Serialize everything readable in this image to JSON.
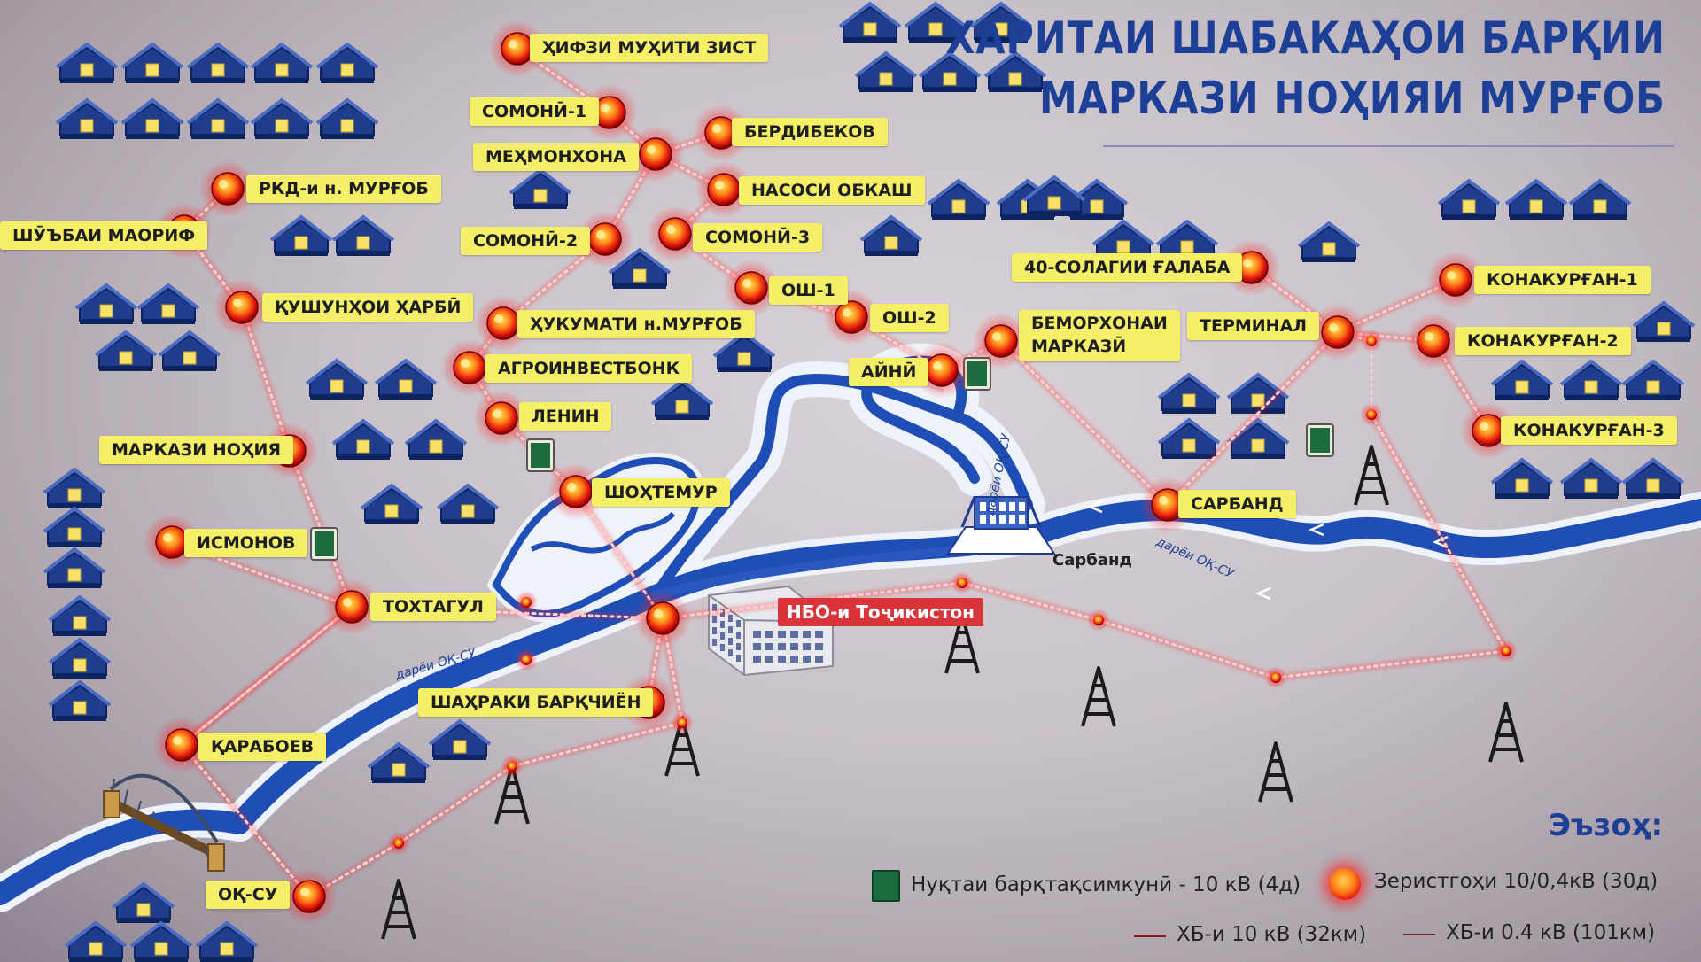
{
  "title": {
    "line1": "ХАРИТАИ ШАБАКАҲОИ БАРҚИИ",
    "line2": "МАРКАЗИ НОҲИЯИ МУРҒОБ"
  },
  "colors": {
    "river": "#1f4fb6",
    "river_edge": "#eef2fb",
    "line": "#ff3a3a",
    "glow": "#ff2020",
    "label_bg": "#f4ef66",
    "title": "#1d3f96",
    "substation": "#1e6b3f"
  },
  "stations": [
    {
      "id": "zist",
      "label": "ҲИФЗИ МУҲИТИ ЗИСТ"
    },
    {
      "id": "somoni1",
      "label": "СОМОНӢ-1"
    },
    {
      "id": "berdibekov",
      "label": "БЕРДИБЕКОВ"
    },
    {
      "id": "mehmonkhona",
      "label": "МЕҲМОНХОНА"
    },
    {
      "id": "rkd",
      "label": "РКД-и  н. МУРҒОБ"
    },
    {
      "id": "nasosi",
      "label": "НАСОСИ ОБКАШ"
    },
    {
      "id": "maorif",
      "label": "ШӮЪБАИ МАОРИФ"
    },
    {
      "id": "somoni2",
      "label": "СОМОНӢ-2"
    },
    {
      "id": "somoni3",
      "label": "СОМОНӢ-3"
    },
    {
      "id": "osh1",
      "label": "ОШ-1"
    },
    {
      "id": "harbi",
      "label": "ҚУШУНҲОИ ҲАРБӢ"
    },
    {
      "id": "hukumat",
      "label": "ҲУКУМАТИ н.МУРҒОБ"
    },
    {
      "id": "osh2",
      "label": "ОШ-2"
    },
    {
      "id": "agro",
      "label": "АГРОИНВЕСТБОНК"
    },
    {
      "id": "ayni",
      "label": "АЙНӢ"
    },
    {
      "id": "lenin",
      "label": "ЛЕНИН"
    },
    {
      "id": "markaz",
      "label": "МАРКАЗИ НОҲИЯ"
    },
    {
      "id": "shoh",
      "label": "ШОҲТЕМУР"
    },
    {
      "id": "ismonov",
      "label": "ИСМОНОВ"
    },
    {
      "id": "tokh",
      "label": "ТОХТАГУЛ"
    },
    {
      "id": "barq",
      "label": "ШАҲРАКИ БАРҚЧИЁН"
    },
    {
      "id": "qarab",
      "label": "ҚАРАБОЕВ"
    },
    {
      "id": "oksu",
      "label": "ОҚ-СУ"
    },
    {
      "id": "galaba",
      "label": "40-СОЛАГИИ ҒАЛАБА"
    },
    {
      "id": "bemor",
      "label": "БЕМОРХОНАИ\nМАРКАЗӢ"
    },
    {
      "id": "terminal",
      "label": "ТЕРМИНАЛ"
    },
    {
      "id": "kona1",
      "label": "КОНАКУРҒАН-1"
    },
    {
      "id": "kona2",
      "label": "КОНАКУРҒАН-2"
    },
    {
      "id": "kona3",
      "label": "КОНАКУРҒАН-3"
    },
    {
      "id": "sarband",
      "label": "САРБАНД"
    }
  ],
  "plant_label": "Сарбанд",
  "nbo_label": "НБО-и Тоҷикистон",
  "river_labels": {
    "r1": "дарёи ОҚ-СУ",
    "r2": "дарёи ОҚ-СУ",
    "r3": "дарёи ОҚ-СУ"
  },
  "legend": {
    "title": "Эъзоҳ:",
    "substation": "Нуқтаи барқтақсимкунӣ - 10 кВ (4д)",
    "transformer": "Зеристгоҳи 10/0,4кВ (30д)",
    "line10": "ХБ-и 10 кВ (32км)",
    "line04": "ХБ-и 0.4 кВ (101км)"
  }
}
